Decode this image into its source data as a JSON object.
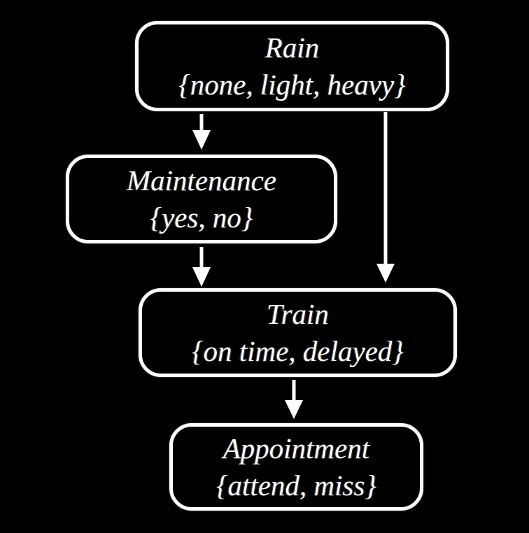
{
  "diagram": {
    "type": "directed-graph",
    "background_color": "#000000",
    "node_border_color": "#ffffff",
    "text_color": "#ffffff",
    "arrow_color": "#ffffff"
  },
  "nodes": [
    {
      "id": "rain",
      "name": "Rain",
      "domain": "{none, light, heavy}"
    },
    {
      "id": "maintenance",
      "name": "Maintenance",
      "domain": "{yes, no}"
    },
    {
      "id": "train",
      "name": "Train",
      "domain": "{on time, delayed}"
    },
    {
      "id": "appointment",
      "name": "Appointment",
      "domain": "{attend, miss}"
    }
  ],
  "edges": [
    {
      "from": "rain",
      "to": "maintenance"
    },
    {
      "from": "rain",
      "to": "train"
    },
    {
      "from": "maintenance",
      "to": "train"
    },
    {
      "from": "train",
      "to": "appointment"
    }
  ]
}
